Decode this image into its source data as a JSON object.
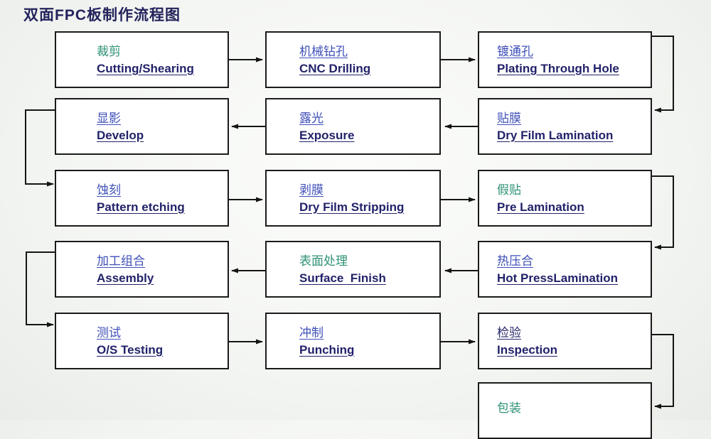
{
  "title": "双面FPC板制作流程图",
  "colors": {
    "title": "#23235c",
    "cn_blue": "#3e4fb8",
    "cn_green": "#2e9176",
    "cn_navy": "#26266b",
    "en_text": "#22226a",
    "box_border": "#1b1b1b",
    "box_bg": "#ffffff",
    "line": "#151515"
  },
  "steps": [
    {
      "cn": "裁剪",
      "en": "Cutting/Shearing",
      "accent": "green"
    },
    {
      "cn": "机械钻孔",
      "en": "CNC Drilling",
      "accent": "blue"
    },
    {
      "cn": "镀通孔",
      "en": "Plating Through Hole",
      "accent": "blue"
    },
    {
      "cn": "贴膜",
      "en": "Dry Film Lamination",
      "accent": "blue"
    },
    {
      "cn": "露光",
      "en": "Exposure",
      "accent": "blue"
    },
    {
      "cn": "显影",
      "en": "Develop",
      "accent": "blue"
    },
    {
      "cn": "蚀刻",
      "en": "Pattern etching",
      "accent": "blue"
    },
    {
      "cn": "剥膜",
      "en": "Dry Film Stripping",
      "accent": "blue"
    },
    {
      "cn": "假贴",
      "en": "Pre Lamination",
      "accent": "green"
    },
    {
      "cn": "热压合",
      "en": "Hot PressLamination",
      "accent": "blue"
    },
    {
      "cn": "表面处理",
      "en": "Surface  Finish",
      "accent": "green"
    },
    {
      "cn": "加工组合",
      "en": "Assembly",
      "accent": "blue"
    },
    {
      "cn": "测试",
      "en": "O/S Testing",
      "accent": "blue"
    },
    {
      "cn": "冲制",
      "en": "Punching",
      "accent": "blue"
    },
    {
      "cn": "检验",
      "en": "Inspection",
      "accent": "navy"
    },
    {
      "cn": "包装",
      "en": "",
      "accent": "green"
    }
  ]
}
